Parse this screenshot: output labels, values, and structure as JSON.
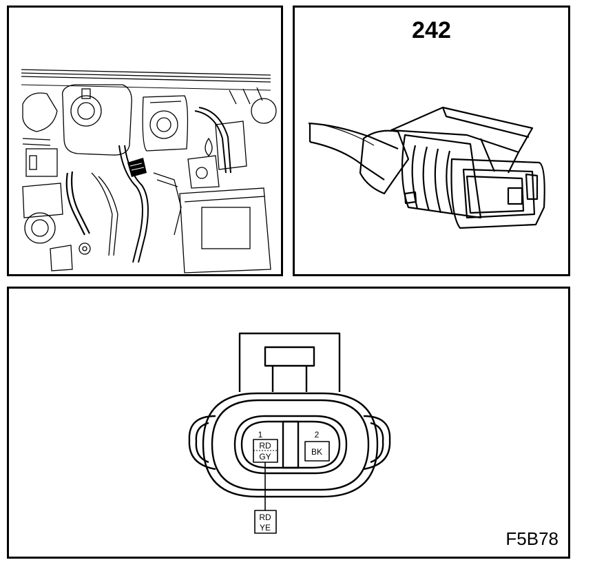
{
  "connector": {
    "part_number": "242"
  },
  "pinout": {
    "pins": [
      {
        "number": "1",
        "wire_color": "RD GY",
        "wire_color_line1": "RD",
        "wire_color_line2": "GY"
      },
      {
        "number": "2",
        "wire_color": "BK"
      }
    ],
    "lead_label": {
      "text": "RD YE",
      "line1": "RD",
      "line2": "YE"
    },
    "figure_code": "F5B78"
  },
  "colors": {
    "line": "#000000",
    "background": "#ffffff",
    "highlight": "#000000"
  }
}
